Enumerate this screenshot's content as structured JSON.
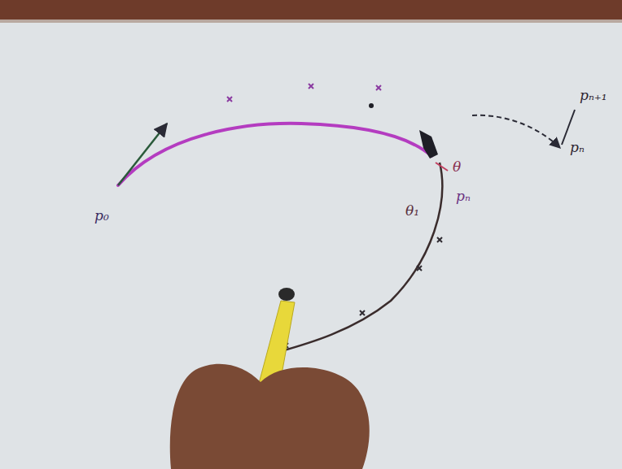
{
  "diagram": {
    "labels": [
      "pₙ₊₁",
      "pₙ",
      "θ",
      "pₙ",
      "θ₁",
      "p₀"
    ]
  }
}
